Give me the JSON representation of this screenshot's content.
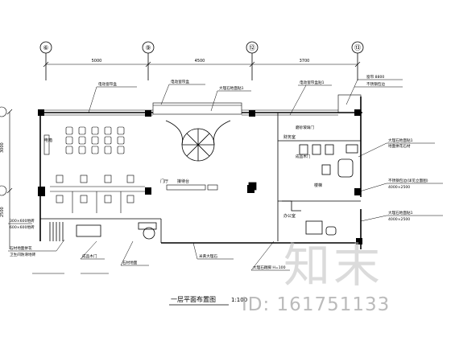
{
  "grid": {
    "axes": [
      "⑥",
      "⑨",
      "⑫",
      "⑬"
    ],
    "dims": [
      "5000",
      "4500",
      "3700"
    ],
    "left_dims": [
      "3000",
      "2500"
    ]
  },
  "title": {
    "text": "一层平面布置图",
    "scale": "1:100"
  },
  "rooms": {
    "elec": "电箱",
    "reception": "接待台",
    "entrance": "门厅",
    "office": "财务室",
    "office2": "办公室",
    "stair": "楼梯"
  },
  "notes": {
    "n1": "电动窗帘盒",
    "n2": "电动窗帘盒",
    "n3": "大理石地面贴1",
    "n4": "电动窗帘盒贴1",
    "n5": "窗帘 8800",
    "n6": "不锈钢包边",
    "n7": "磨砂玻璃门",
    "n8": "成品木门",
    "n9": "大理石地面贴1",
    "n10": "地面拼花石材",
    "n11": "不锈钢包边(详见立面图)",
    "n12": "4000×2500",
    "n13": "大理石地面贴1",
    "n14": "4000×2500",
    "n15": "300×600地砖",
    "n16": "600×600地砖",
    "n17": "石材地面拼花",
    "n18": "卫生间防滑地砖",
    "n19": "成品木门",
    "n20": "石材地面",
    "n21": "米黄大理石",
    "n22": "大理石踢脚 H=100"
  },
  "watermark": {
    "logo": "知末",
    "id": "ID: 161751133"
  },
  "colors": {
    "line": "#000000",
    "watermark": "#bfbfbf"
  }
}
